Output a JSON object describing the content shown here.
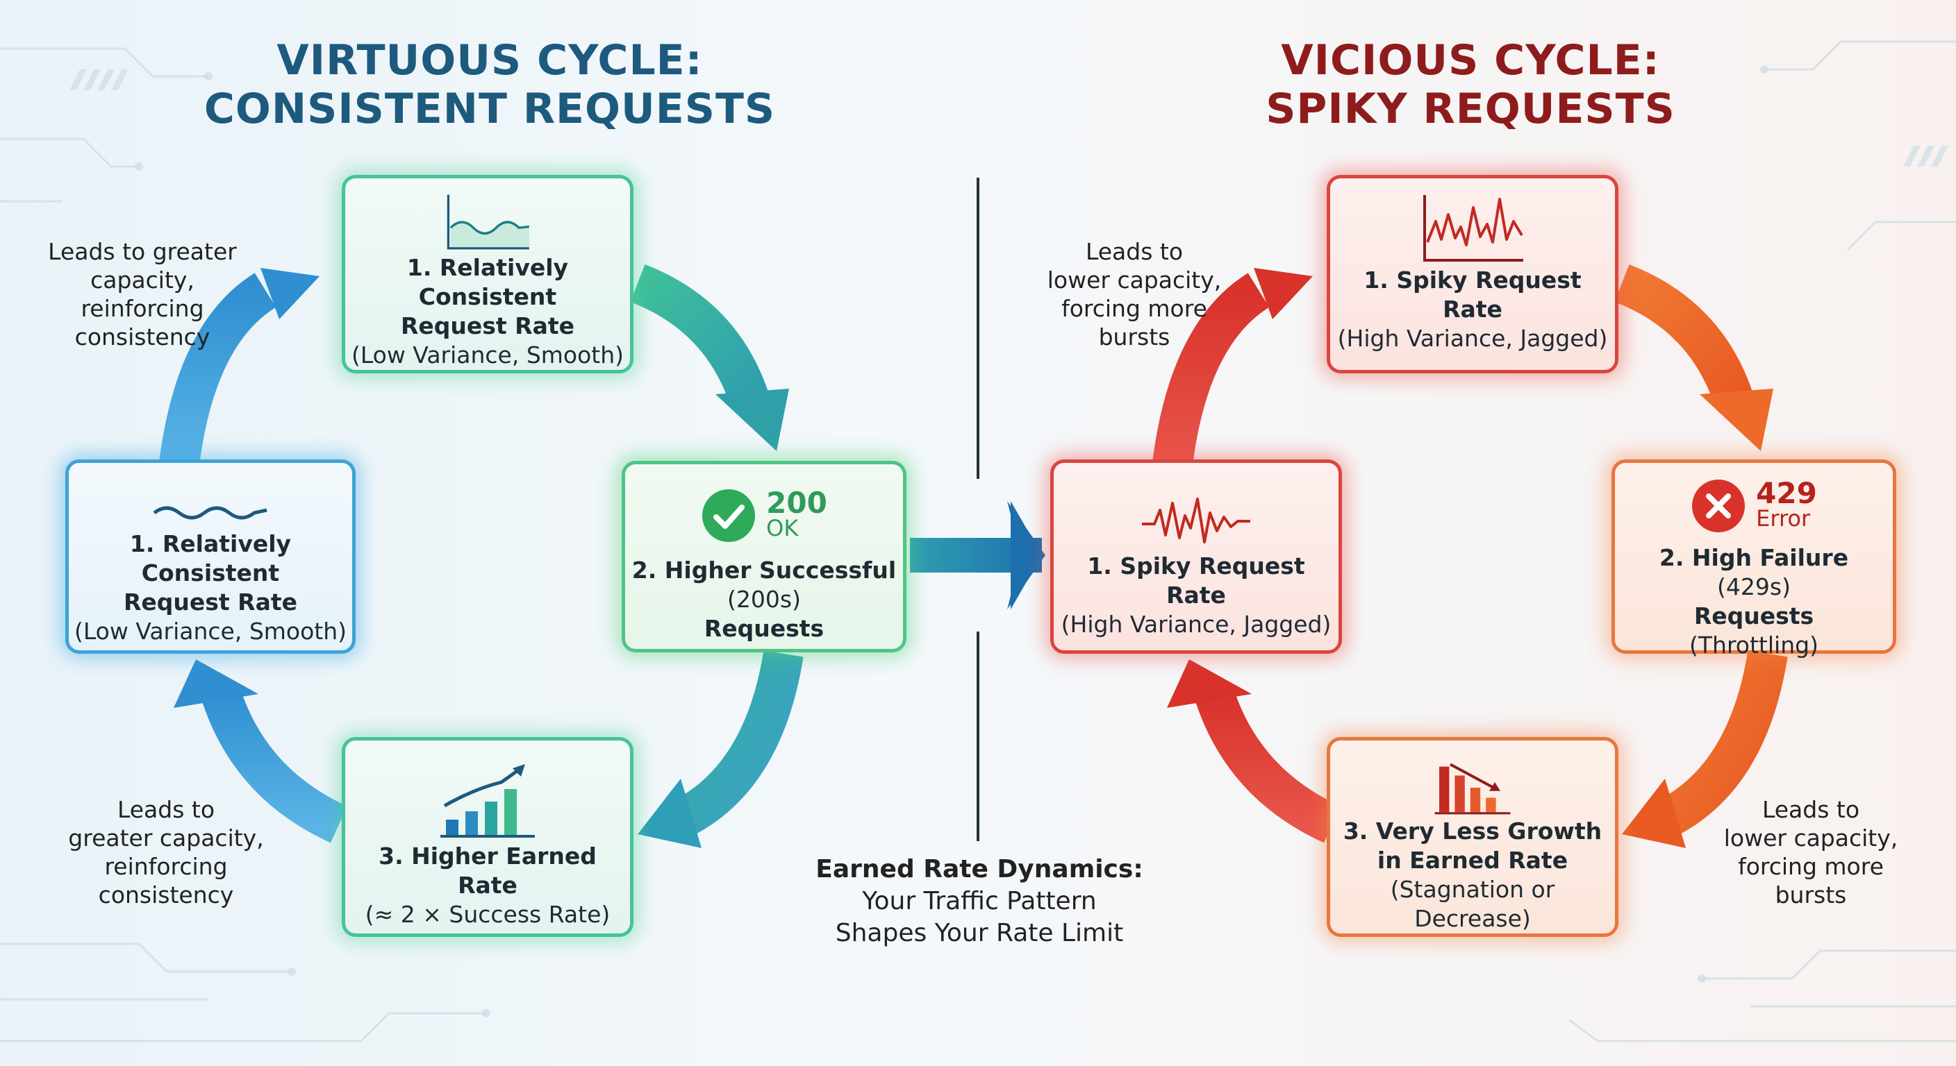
{
  "left_title": {
    "line1": "VIRTUOUS CYCLE:",
    "line2": "CONSISTENT REQUESTS"
  },
  "right_title": {
    "line1": "VICIOUS CYCLE:",
    "line2": "SPIKY REQUESTS"
  },
  "virtuous": {
    "top": {
      "line1": "1. Relatively Consistent",
      "line2": "Request Rate",
      "line3": "(Low Variance, Smooth)"
    },
    "left": {
      "line1": "1. Relatively Consistent",
      "line2": "Request Rate",
      "line3": "(Low Variance, Smooth)"
    },
    "success": {
      "code": "200",
      "code_label": "OK",
      "line1": "2. Higher Successful",
      "line2_pre": "(200s) ",
      "line2_bold": "Requests"
    },
    "earned": {
      "line1": "3. Higher Earned Rate",
      "line2": "(≈ 2 × Success Rate)"
    },
    "note_top": {
      "line1": "Leads to greater",
      "line2": "capacity,",
      "line3": "reinforcing",
      "line4": "consistency"
    },
    "note_bottom": {
      "line1": "Leads to",
      "line2": "greater capacity,",
      "line3": "reinforcing",
      "line4": "consistency"
    }
  },
  "vicious": {
    "top": {
      "line1": "1. Spiky Request Rate",
      "line2": "(High Variance, Jagged)"
    },
    "left": {
      "line1": "1. Spiky Request Rate",
      "line2": "(High Variance, Jagged)"
    },
    "failure": {
      "code": "429",
      "code_label": "Error",
      "line1_bold": "2. High Failure",
      "line1_rest": " (429s)",
      "line2": "Requests",
      "line3": "(Throttling)"
    },
    "growth": {
      "line1": "3. Very Less Growth",
      "line2": "in Earned Rate",
      "line3": "(Stagnation or Decrease)"
    },
    "note_top": {
      "line1": "Leads to",
      "line2": "lower capacity,",
      "line3": "forcing more",
      "line4": "bursts"
    },
    "note_bottom": {
      "line1": "Leads to",
      "line2": "lower capacity,",
      "line3": "forcing more",
      "line4": "bursts"
    }
  },
  "center": {
    "line1": "Earned Rate Dynamics:",
    "line2": "Your Traffic Pattern",
    "line3": "Shapes Your Rate Limit"
  },
  "colors": {
    "blue": "#2f8fd0",
    "teal": "#2fa8a8",
    "green": "#3fbf7a",
    "red": "#d8322b",
    "orange": "#ee6a2a",
    "navy": "#1d5a7d",
    "maroon": "#8e1c1c"
  }
}
